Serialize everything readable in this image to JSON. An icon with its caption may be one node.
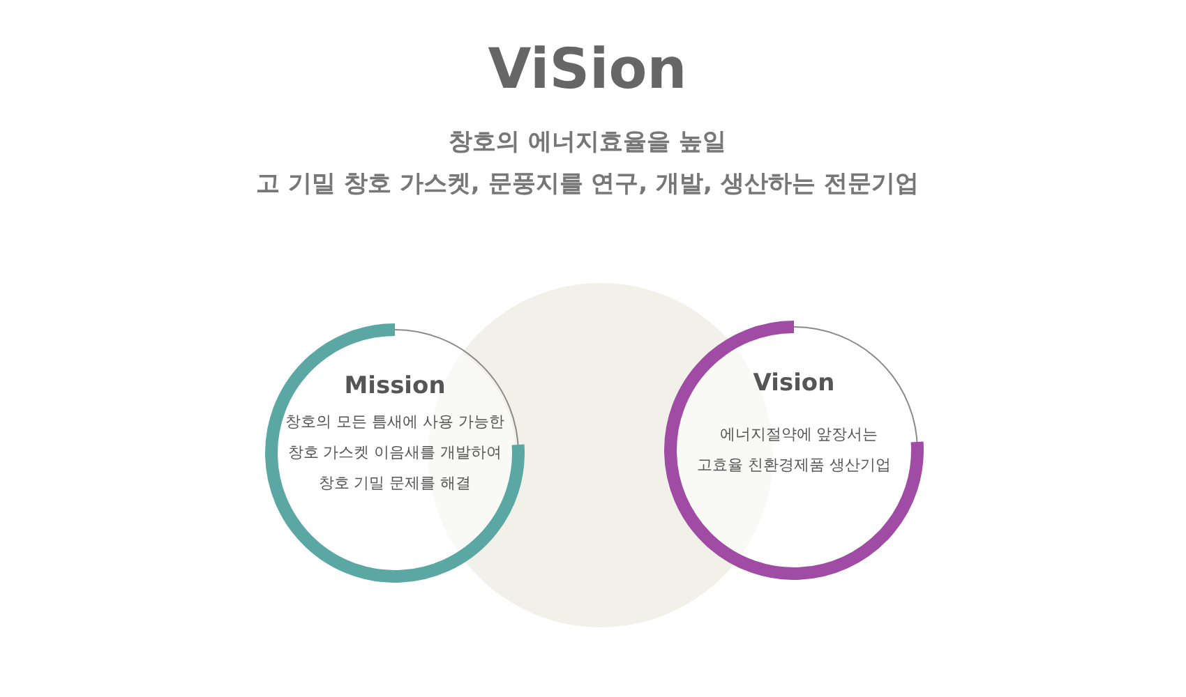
{
  "diagram": {
    "title": "ViSion",
    "nodes": [
      {
        "text": [
          "Mission",
          "창호의 모든 틈새에 사용 가능한 창호 가스켓 이음새를 개발하여 창호 기밀 문제를 해결"
        ]
      },
      {
        "text": [],
        "shape": "circle"
      },
      {
        "text": [
          "Vision",
          "에너지절약에 앞장서는 고효율 친환경제품 생산기업"
        ]
      }
    ],
    "labels": [
      "창호의 에너지효율을 높일",
      "고 기밀 창호 가스켓, 문풍지를 연구, 개발, 생산하는 전문기업"
    ]
  }
}
